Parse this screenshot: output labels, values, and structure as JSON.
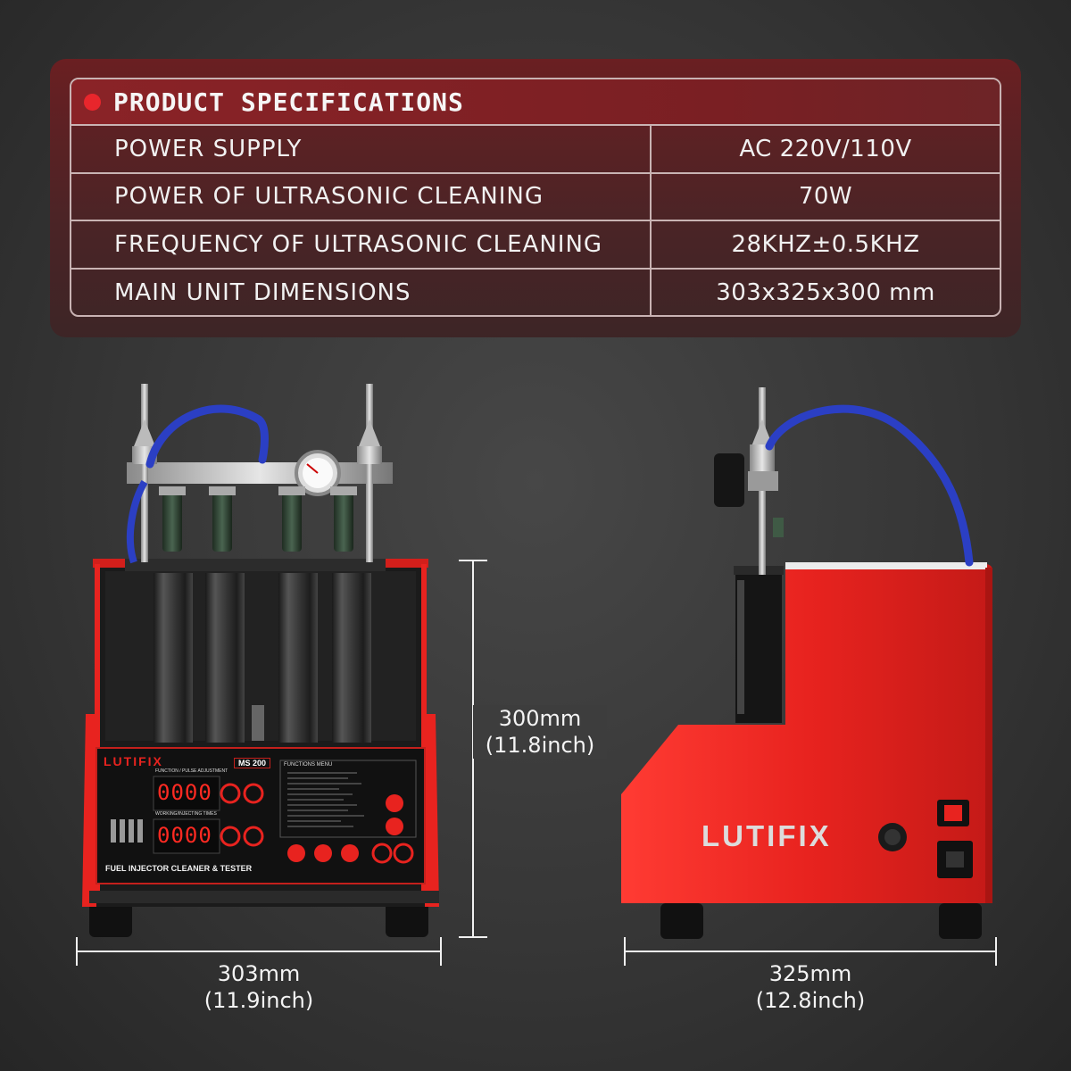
{
  "specs": {
    "title": "PRODUCT SPECIFICATIONS",
    "rows": [
      {
        "label": "POWER SUPPLY",
        "value": "AC 220V/110V"
      },
      {
        "label": "POWER OF ULTRASONIC CLEANING",
        "value": "70W"
      },
      {
        "label": "FREQUENCY OF ULTRASONIC CLEANING",
        "value": "28KHZ±0.5KHZ"
      },
      {
        "label": "MAIN UNIT DIMENSIONS",
        "value": "303x325x300 mm"
      }
    ]
  },
  "dimensions": {
    "height_mm": "300mm",
    "height_in": "(11.8inch)",
    "width_mm": "303mm",
    "width_in": "(11.9inch)",
    "depth_mm": "325mm",
    "depth_in": "(12.8inch)"
  },
  "front_panel": {
    "brand": "LUTIFIX",
    "model": "MS 200",
    "display_1": "0000",
    "display_2": "0000",
    "label_1": "FUNCTION / PULSE ADJUSTMENT",
    "label_2": "WORKING/INJECTING TIMES",
    "menu_title": "FUNCTIONS MENU",
    "product_name": "FUEL INJECTOR CLEANER & TESTER"
  },
  "side_unit": {
    "brand": "LUTIFIX"
  },
  "colors": {
    "accent_red": "#e8262c",
    "machine_red": "#e8231f",
    "panel_dark": "#4a2426"
  }
}
